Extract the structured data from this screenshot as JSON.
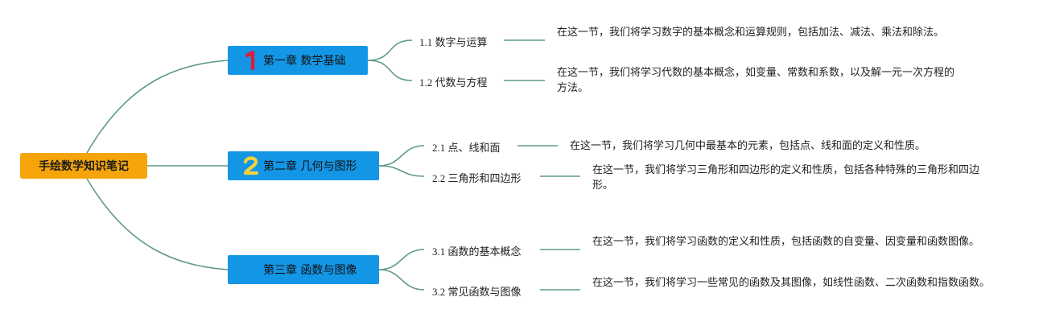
{
  "root": {
    "label": "手绘数学知识笔记"
  },
  "chapters": [
    {
      "number": "1",
      "label": "第一章 数学基础",
      "sections": [
        {
          "label": "1.1 数字与运算",
          "description": "在这一节，我们将学习数字的基本概念和运算规则，包括加法、减法、乘法和除法。"
        },
        {
          "label": "1.2 代数与方程",
          "description": "在这一节，我们将学习代数的基本概念，如变量、常数和系数，以及解一元一次方程的方法。"
        }
      ]
    },
    {
      "number": "2",
      "label": "第二章 几何与图形",
      "sections": [
        {
          "label": "2.1 点、线和面",
          "description": "在这一节，我们将学习几何中最基本的元素，包括点、线和面的定义和性质。"
        },
        {
          "label": "2.2 三角形和四边形",
          "description": "在这一节，我们将学习三角形和四边形的定义和性质，包括各种特殊的三角形和四边形。"
        }
      ]
    },
    {
      "number": "",
      "label": "第三章 函数与图像",
      "sections": [
        {
          "label": "3.1 函数的基本概念",
          "description": "在这一节，我们将学习函数的定义和性质，包括函数的自变量、因变量和函数图像。"
        },
        {
          "label": "3.2 常见函数与图像",
          "description": "在这一节，我们将学习一些常见的函数及其图像，如线性函数、二次函数和指数函数。"
        }
      ]
    }
  ],
  "colors": {
    "root": "#f5a50a",
    "chapter": "#1496e6",
    "link": "#5f9a86",
    "number_1": "#d8203a",
    "number_2": "#f2d33a"
  }
}
